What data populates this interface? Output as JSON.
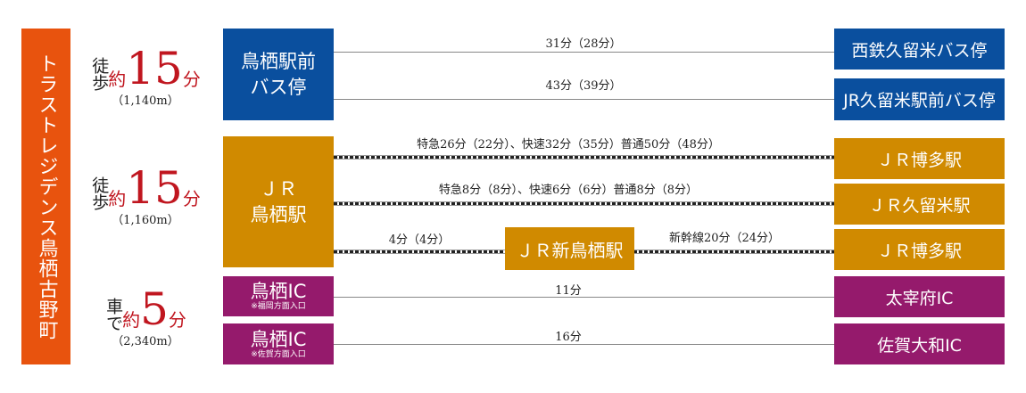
{
  "title": "トラストレジデンス鳥栖古野町",
  "modes": [
    {
      "mode": "徒歩",
      "approx": "約",
      "minutes": "15",
      "unit": "分",
      "distance": "（1,140m）"
    },
    {
      "mode": "徒歩",
      "approx": "約",
      "minutes": "15",
      "unit": "分",
      "distance": "（1,160m）"
    },
    {
      "mode": "車で",
      "approx": "約",
      "minutes": "5",
      "unit": "分",
      "distance": "（2,340m）"
    }
  ],
  "origins": {
    "bus": {
      "line1": "鳥栖駅前",
      "line2": "バス停"
    },
    "jr": {
      "line1": "ＪＲ",
      "line2": "鳥栖駅"
    },
    "ic1": {
      "name": "鳥栖IC",
      "note": "※福岡方面入口"
    },
    "ic2": {
      "name": "鳥栖IC",
      "note": "※佐賀方面入口"
    }
  },
  "via": {
    "name": "ＪＲ新鳥栖駅"
  },
  "destinations": [
    "西鉄久留米バス停",
    "JR久留米駅前バス停",
    "ＪＲ博多駅",
    "ＪＲ久留米駅",
    "ＪＲ博多駅",
    "太宰府IC",
    "佐賀大和IC"
  ],
  "routes": [
    "31分（28分）",
    "43分（39分）",
    "特急26分（22分）、快速32分（35分）普通50分（48分）",
    "特急8分（8分）、快速6分（6分）普通8分（8分）",
    "4分（4分）",
    "新幹線20分（24分）",
    "11分",
    "16分"
  ],
  "colors": {
    "title": "#e8530e",
    "bus": "#0a4f9e",
    "jr": "#d08a00",
    "road": "#951a6c",
    "accent": "#c0161f"
  }
}
